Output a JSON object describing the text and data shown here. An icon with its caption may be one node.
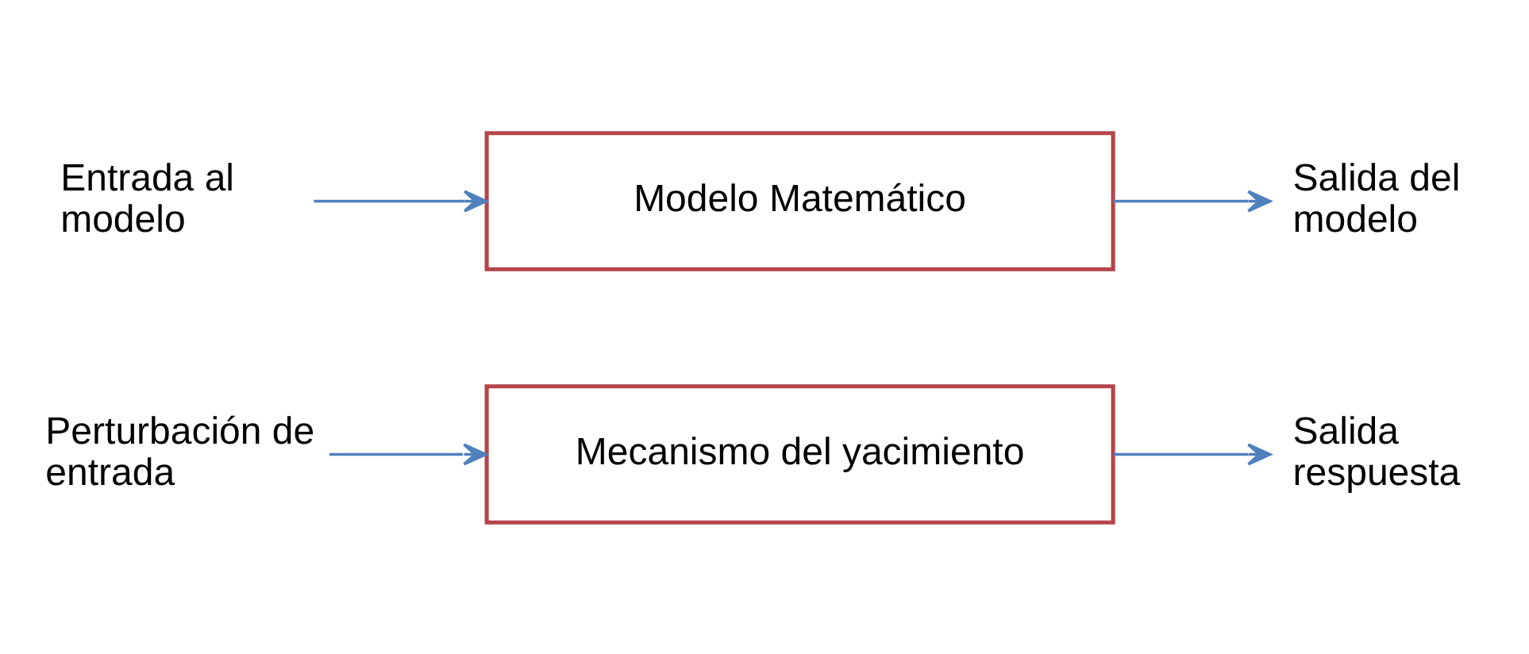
{
  "diagram": {
    "nodes": [
      {
        "text": [
          "Perturbación de entrada"
        ]
      },
      {
        "text": [
          "Mecanismo del yacimiento"
        ]
      },
      {
        "text": [
          "Salida respuesta"
        ]
      },
      {
        "text": [
          "Entrada al modelo"
        ]
      },
      {
        "text": [
          "Modelo Matemático"
        ]
      },
      {
        "text": [
          "Salida del modelo"
        ]
      }
    ],
    "edges": [
      {
        "from": 0,
        "to": 1,
        "arrow": "to"
      },
      {
        "from": 1,
        "to": 2,
        "arrow": "to"
      },
      {
        "from": 3,
        "to": 4,
        "arrow": "to"
      },
      {
        "from": 4,
        "to": 5,
        "arrow": "to"
      }
    ]
  }
}
